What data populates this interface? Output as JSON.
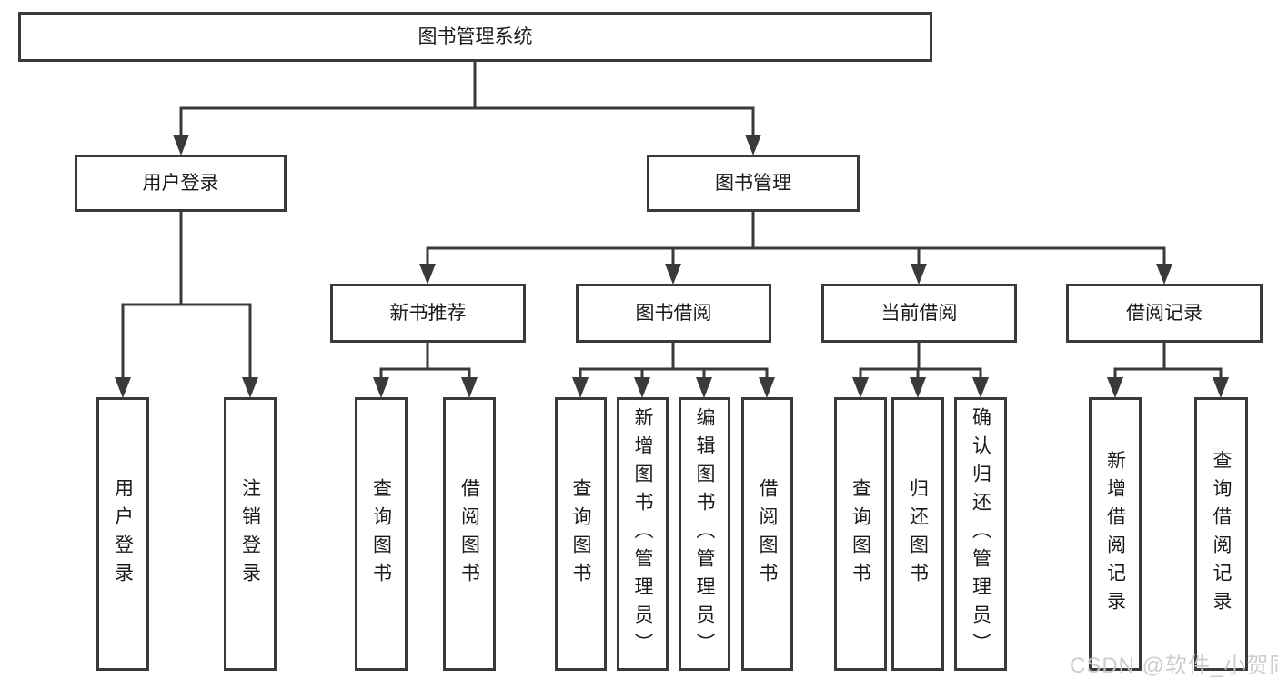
{
  "tree": {
    "label": "图书管理系统",
    "children": [
      {
        "label": "用户登录",
        "children": [
          {
            "label": "用户登录"
          },
          {
            "label": "注销登录"
          }
        ]
      },
      {
        "label": "图书管理",
        "children": [
          {
            "label": "新书推荐",
            "children": [
              {
                "label": "查询图书"
              },
              {
                "label": "借阅图书"
              }
            ]
          },
          {
            "label": "图书借阅",
            "children": [
              {
                "label": "查询图书"
              },
              {
                "label": "新增图书（管理员）"
              },
              {
                "label": "编辑图书（管理员）"
              },
              {
                "label": "借阅图书"
              }
            ]
          },
          {
            "label": "当前借阅",
            "children": [
              {
                "label": "查询图书"
              },
              {
                "label": "归还图书"
              },
              {
                "label": "确认归还（管理员）"
              }
            ]
          },
          {
            "label": "借阅记录",
            "children": [
              {
                "label": "新增借阅记录"
              },
              {
                "label": "查询借阅记录"
              }
            ]
          }
        ]
      }
    ]
  },
  "watermark": {
    "text": "CSDN @软件_小贺同学"
  },
  "colors": {
    "line": "#3a3a3a",
    "box_border": "#3a3a3a",
    "box_background": "#ffffff",
    "text": "#1a1a1a",
    "watermark": "#c9c9c9",
    "page_background": "#ffffff"
  }
}
